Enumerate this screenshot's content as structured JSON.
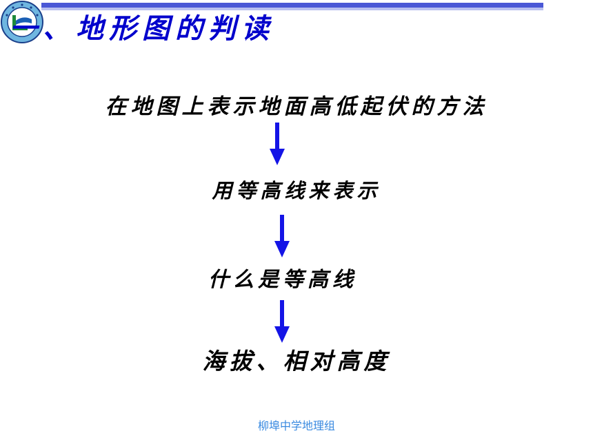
{
  "title": "一、地形图的判读",
  "steps": [
    "在地图上表示地面高低起伏的方法",
    "用等高线来表示",
    "什么是等高线",
    "海拔、相对高度"
  ],
  "footer": "柳埠中学地理组",
  "colors": {
    "title": "#0000cc",
    "arrow": "#1414e6",
    "footer": "#3a8ae0",
    "bar_dark": "#4a58d6",
    "bar_light": "#b9c0f0"
  }
}
